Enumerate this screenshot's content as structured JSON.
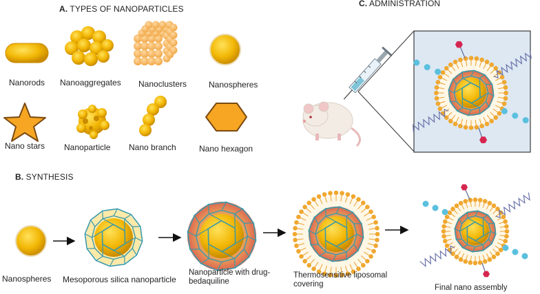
{
  "sections": {
    "a": {
      "prefix": "A.",
      "title": "TYPES OF NANOPARTICLES"
    },
    "b": {
      "prefix": "B.",
      "title": "SYNTHESIS"
    },
    "c": {
      "prefix": "C.",
      "title": "ADMINISTRATION"
    }
  },
  "types": [
    {
      "label": "Nanorods",
      "icon": "nanorod-icon"
    },
    {
      "label": "Nanoaggregates",
      "icon": "nanoaggregate-icon"
    },
    {
      "label": "Nanoclusters",
      "icon": "nanocluster-icon"
    },
    {
      "label": "Nanospheres",
      "icon": "nanosphere-icon"
    },
    {
      "label": "Nano stars",
      "icon": "star-icon"
    },
    {
      "label": "Nanoparticle",
      "icon": "nanoparticle-icon"
    },
    {
      "label": "Nano branch",
      "icon": "branch-icon"
    },
    {
      "label": "Nano hexagon",
      "icon": "hexagon-icon"
    }
  ],
  "synthesis": [
    {
      "label": "Nanospheres"
    },
    {
      "label": "Mesoporous silica nanoparticle"
    },
    {
      "label_line1": "Nanoparticle with drug-",
      "label_line2": "bedaquiline"
    },
    {
      "label_line1": "Thermosensitive liposomal",
      "label_line2": "covering"
    },
    {
      "label": "Final nano assembly"
    }
  ],
  "colors": {
    "gold": "#f2b705",
    "gold_dark": "#d99a00",
    "orange": "#f6a623",
    "teal": "#3a9aa8",
    "drug_red": "#d9534f",
    "lipid": "#f0a830",
    "blue_dot": "#5bc0de",
    "coil": "#6a72a8",
    "hexagon_red": "#d6264f",
    "panel_bg": "#dde8f3"
  }
}
